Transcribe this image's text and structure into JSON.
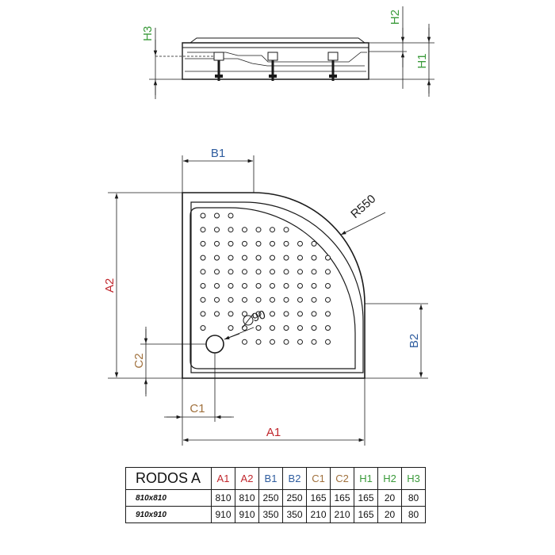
{
  "labels": {
    "a1": "A1",
    "a2": "A2",
    "b1": "B1",
    "b2": "B2",
    "c1": "C1",
    "c2": "C2",
    "h1": "H1",
    "h2": "H2",
    "h3": "H3",
    "radius": "R550",
    "drain": "90"
  },
  "colors": {
    "a": "#c0272d",
    "b": "#2e5c9e",
    "c": "#a0703c",
    "h": "#3a9a3a",
    "ink": "#1a1a1a"
  },
  "table": {
    "model": "RODOS A",
    "headers": [
      "A1",
      "A2",
      "B1",
      "B2",
      "C1",
      "C2",
      "H1",
      "H2",
      "H3"
    ],
    "header_colors": [
      "#c0272d",
      "#c0272d",
      "#2e5c9e",
      "#2e5c9e",
      "#a0703c",
      "#a0703c",
      "#3a9a3a",
      "#3a9a3a",
      "#3a9a3a"
    ],
    "rows": [
      {
        "size": "810x810",
        "values": [
          "810",
          "810",
          "250",
          "250",
          "165",
          "165",
          "165",
          "20",
          "80"
        ]
      },
      {
        "size": "910x910",
        "values": [
          "910",
          "910",
          "350",
          "350",
          "210",
          "210",
          "165",
          "20",
          "80"
        ]
      }
    ]
  }
}
